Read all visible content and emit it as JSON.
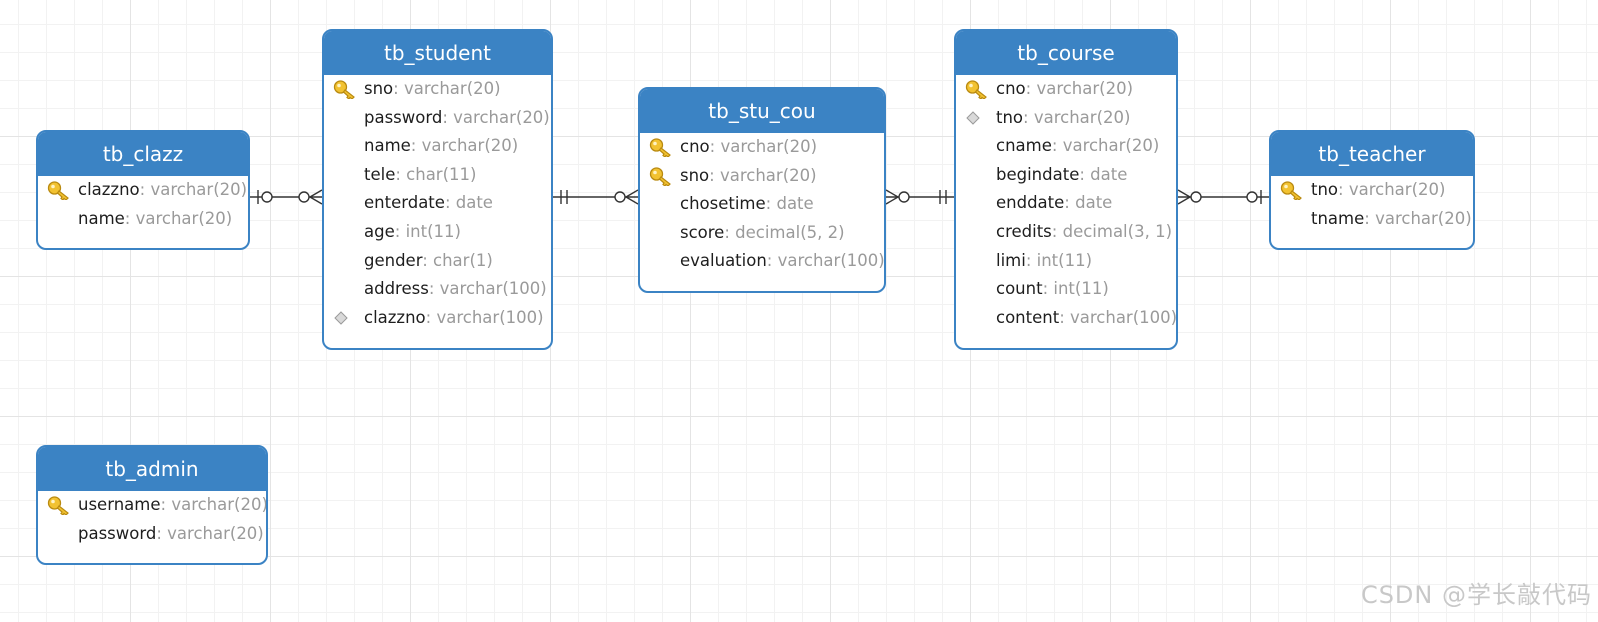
{
  "entities": [
    {
      "id": "tb_clazz",
      "title": "tb_clazz",
      "fields": [
        {
          "name": "clazzno",
          "sep": ": ",
          "type": "varchar(20)",
          "key": "primary"
        },
        {
          "name": "name",
          "sep": ": ",
          "type": "varchar(20)",
          "key": "none"
        }
      ]
    },
    {
      "id": "tb_student",
      "title": "tb_student",
      "fields": [
        {
          "name": "sno",
          "sep": ": ",
          "type": "varchar(20)",
          "key": "primary"
        },
        {
          "name": "password",
          "sep": ": ",
          "type": "varchar(20)",
          "key": "none"
        },
        {
          "name": "name",
          "sep": ": ",
          "type": "varchar(20)",
          "key": "none"
        },
        {
          "name": "tele",
          "sep": ": ",
          "type": "char(11)",
          "key": "none"
        },
        {
          "name": "enterdate",
          "sep": ": ",
          "type": "date",
          "key": "none"
        },
        {
          "name": "age",
          "sep": ": ",
          "type": "int(11)",
          "key": "none"
        },
        {
          "name": "gender",
          "sep": ": ",
          "type": "char(1)",
          "key": "none"
        },
        {
          "name": "address",
          "sep": ": ",
          "type": "varchar(100)",
          "key": "none"
        },
        {
          "name": "clazzno",
          "sep": ": ",
          "type": "varchar(100)",
          "key": "foreign"
        }
      ]
    },
    {
      "id": "tb_stu_cou",
      "title": "tb_stu_cou",
      "fields": [
        {
          "name": "cno",
          "sep": ": ",
          "type": "varchar(20)",
          "key": "primary"
        },
        {
          "name": "sno",
          "sep": ": ",
          "type": "varchar(20)",
          "key": "primary"
        },
        {
          "name": "chosetime",
          "sep": ": ",
          "type": "date",
          "key": "none"
        },
        {
          "name": "score",
          "sep": ": ",
          "type": "decimal(5, 2)",
          "key": "none"
        },
        {
          "name": "evaluation",
          "sep": ": ",
          "type": "varchar(100)",
          "key": "none"
        }
      ]
    },
    {
      "id": "tb_course",
      "title": "tb_course",
      "fields": [
        {
          "name": "cno",
          "sep": ": ",
          "type": "varchar(20)",
          "key": "primary"
        },
        {
          "name": "tno",
          "sep": ": ",
          "type": "varchar(20)",
          "key": "foreign"
        },
        {
          "name": "cname",
          "sep": ": ",
          "type": "varchar(20)",
          "key": "none"
        },
        {
          "name": "begindate",
          "sep": ": ",
          "type": "date",
          "key": "none"
        },
        {
          "name": "enddate",
          "sep": ": ",
          "type": "date",
          "key": "none"
        },
        {
          "name": "credits",
          "sep": ": ",
          "type": "decimal(3, 1)",
          "key": "none"
        },
        {
          "name": "limi",
          "sep": ": ",
          "type": "int(11)",
          "key": "none"
        },
        {
          "name": "count",
          "sep": ": ",
          "type": "int(11)",
          "key": "none"
        },
        {
          "name": "content",
          "sep": ": ",
          "type": "varchar(100)",
          "key": "none"
        }
      ]
    },
    {
      "id": "tb_teacher",
      "title": "tb_teacher",
      "fields": [
        {
          "name": "tno",
          "sep": ": ",
          "type": "varchar(20)",
          "key": "primary"
        },
        {
          "name": "tname",
          "sep": ": ",
          "type": "varchar(20)",
          "key": "none"
        }
      ]
    },
    {
      "id": "tb_admin",
      "title": "tb_admin",
      "fields": [
        {
          "name": "username",
          "sep": ": ",
          "type": "varchar(20)",
          "key": "primary"
        },
        {
          "name": "password",
          "sep": ": ",
          "type": "varchar(20)",
          "key": "none"
        }
      ]
    }
  ],
  "relationships": [
    {
      "from": "tb_clazz",
      "to": "tb_student",
      "from_end": "zero-or-one",
      "to_end": "zero-or-many"
    },
    {
      "from": "tb_student",
      "to": "tb_stu_cou",
      "from_end": "one-and-only-one",
      "to_end": "zero-or-many"
    },
    {
      "from": "tb_stu_cou",
      "to": "tb_course",
      "from_end": "zero-or-many",
      "to_end": "one-and-only-one"
    },
    {
      "from": "tb_course",
      "to": "tb_teacher",
      "from_end": "zero-or-many",
      "to_end": "zero-or-one"
    }
  ],
  "colors": {
    "header": "#3b83c4",
    "field_name": "#1e1e1e",
    "field_type": "#9a9a9a",
    "line": "#333333"
  },
  "icons": {
    "primary": "key-icon",
    "foreign": "diamond-icon"
  },
  "watermark": "CSDN @学长敲代码"
}
